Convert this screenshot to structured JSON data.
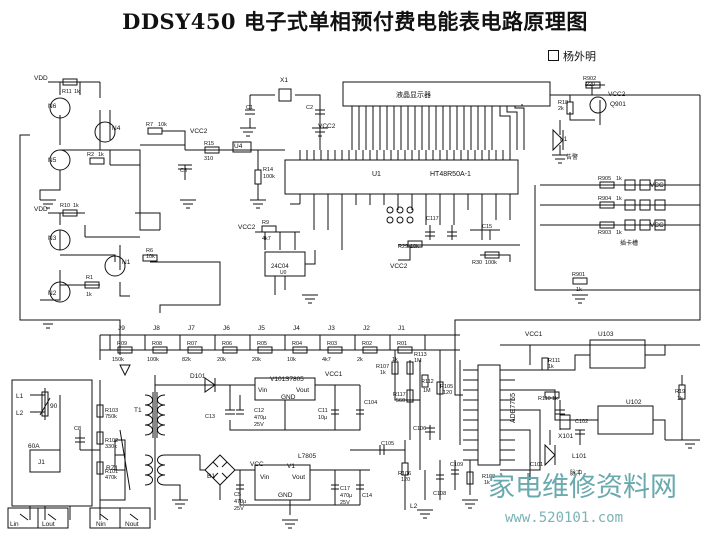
{
  "title": "DDSY450 电子式单相预付费电能表电路原理图",
  "author": "杨外明",
  "lcd": {
    "label": "液晶显示器"
  },
  "mcu": {
    "ref": "U1",
    "part": "HT48R50A-1"
  },
  "metering": {
    "part": "ADE7755"
  },
  "eeprom": {
    "part": "24C04",
    "ref": "U0"
  },
  "regulators": [
    {
      "ref": "V101",
      "part": "S7805",
      "pin_in": "Vin",
      "pin_out": "Vout",
      "pin_gnd": "GND"
    },
    {
      "ref": "V1",
      "part": "L7805",
      "pin_in": "Vin",
      "pin_out": "Vout",
      "pin_gnd": "GND"
    }
  ],
  "crystal": "X1",
  "crystal2": "X101",
  "supplies": {
    "vcc": "VCC",
    "vcc2": "VCC2",
    "vcc1": "VCC1",
    "vdd": "VDD"
  },
  "transistors": [
    "N5",
    "N4",
    "N3",
    "N1",
    "N2",
    "N6"
  ],
  "labels": {
    "alarm": "告警",
    "card_slot": "插卡槽",
    "pulse": "脉冲",
    "relay": "J1",
    "current": "60A",
    "l1": "L1",
    "l2": "L2",
    "l101": "L101",
    "bridge": "B1",
    "t1": "T1",
    "d101": "D101",
    "r21": "RZ1",
    "r90": "90"
  },
  "terminals": [
    "Lin",
    "Lout",
    "Nin",
    "Nout"
  ],
  "ladder_jumpers": [
    "J9",
    "J8",
    "J7",
    "J6",
    "J5",
    "J4",
    "J3",
    "J2",
    "J1"
  ],
  "ladder": [
    {
      "ref": "R09",
      "val": "150k"
    },
    {
      "ref": "R08",
      "val": "100k"
    },
    {
      "ref": "R07",
      "val": "82k"
    },
    {
      "ref": "R06",
      "val": "20k"
    },
    {
      "ref": "R05",
      "val": "20k"
    },
    {
      "ref": "R04",
      "val": "10k"
    },
    {
      "ref": "R03",
      "val": "4k7"
    },
    {
      "ref": "R02",
      "val": "2k"
    },
    {
      "ref": "R01",
      "val": "1k"
    }
  ],
  "resistors": [
    {
      "ref": "R11",
      "val": "1k"
    },
    {
      "ref": "R7",
      "val": "10k"
    },
    {
      "ref": "R2",
      "val": "1k"
    },
    {
      "ref": "R10",
      "val": "1k"
    },
    {
      "ref": "R6",
      "val": "10k"
    },
    {
      "ref": "R1",
      "val": "1k"
    },
    {
      "ref": "R15",
      "val": "310"
    },
    {
      "ref": "R14",
      "val": "100k"
    },
    {
      "ref": "R9",
      "val": "4k7"
    },
    {
      "ref": "R29",
      "val": "10k"
    },
    {
      "ref": "R30",
      "val": "100k"
    },
    {
      "ref": "R902",
      "val": "220"
    },
    {
      "ref": "R18",
      "val": "2k"
    },
    {
      "ref": "R905",
      "val": "1k"
    },
    {
      "ref": "R904",
      "val": "1k"
    },
    {
      "ref": "R903",
      "val": "1k"
    },
    {
      "ref": "R901",
      "val": "1k"
    },
    {
      "ref": "R103",
      "val": "750k"
    },
    {
      "ref": "R102",
      "val": "330k"
    },
    {
      "ref": "R101",
      "val": "470k"
    },
    {
      "ref": "R107",
      "val": "1k"
    },
    {
      "ref": "R113",
      "val": "1M"
    },
    {
      "ref": "R117",
      "val": "560"
    },
    {
      "ref": "R112",
      "val": "1M"
    },
    {
      "ref": "R105",
      "val": "120"
    },
    {
      "ref": "R106",
      "val": "120"
    },
    {
      "ref": "R111",
      "val": "1k"
    },
    {
      "ref": "R110",
      "val": "1k"
    },
    {
      "ref": "R19",
      "val": "1k"
    },
    {
      "ref": "R108",
      "val": "1k"
    }
  ],
  "caps": [
    {
      "ref": "C1"
    },
    {
      "ref": "C2"
    },
    {
      "ref": "C3"
    },
    {
      "ref": "C8"
    },
    {
      "ref": "C13"
    },
    {
      "ref": "C12",
      "val": "470μ"
    },
    {
      "ref": "C11",
      "val": "10μ"
    },
    {
      "ref": "C104"
    },
    {
      "ref": "C5",
      "val": "470μ"
    },
    {
      "ref": "C14"
    },
    {
      "ref": "C17",
      "val": "470μ"
    },
    {
      "ref": "C105"
    },
    {
      "ref": "C106"
    },
    {
      "ref": "C108"
    },
    {
      "ref": "C109"
    },
    {
      "ref": "C101"
    },
    {
      "ref": "C102"
    },
    {
      "ref": "C117"
    },
    {
      "ref": "C15"
    }
  ],
  "cap_volt": "25V",
  "connectors": {
    "u103": "U103",
    "u102": "U102",
    "q901": "Q901",
    "u4": "U4"
  },
  "watermark": {
    "text": "家电维修资料网",
    "url": "www.520101.com"
  }
}
